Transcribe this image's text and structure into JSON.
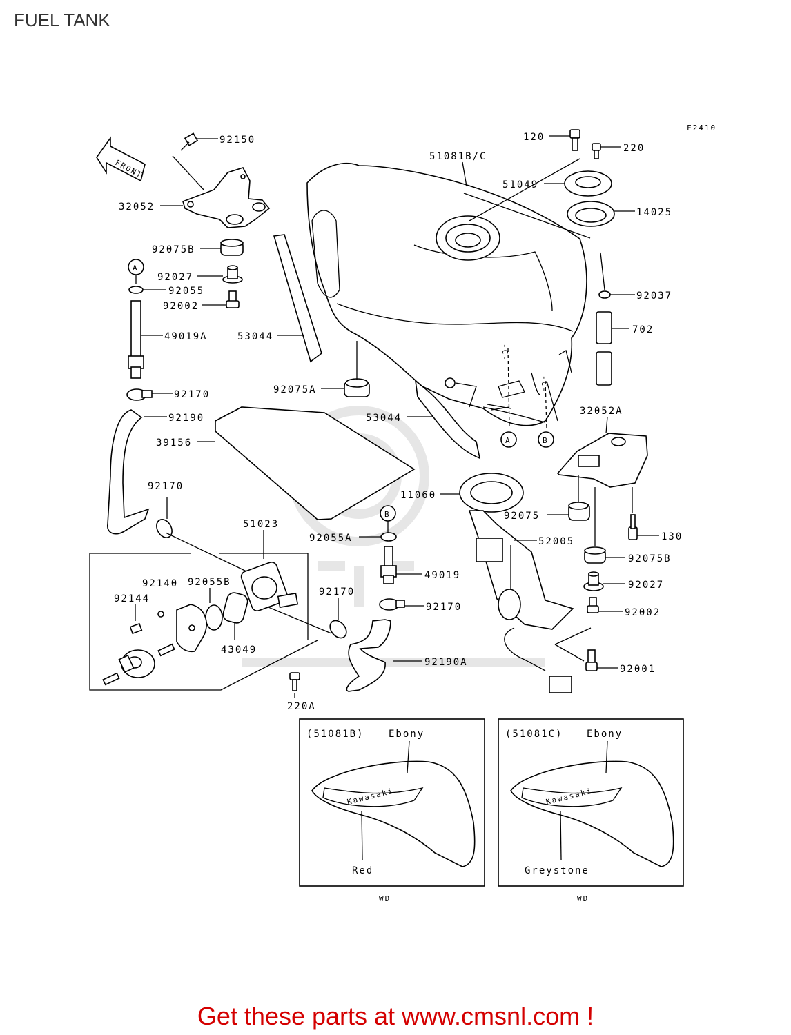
{
  "header": {
    "title": "FUEL TANK"
  },
  "diagram": {
    "code": "F2410",
    "front_label": "FRONT",
    "callouts": {
      "c92150": "92150",
      "c32052": "32052",
      "c92075B_l": "92075B",
      "c92027_l": "92027",
      "c92055": "92055",
      "c92002_l": "92002",
      "c49019A": "49019A",
      "c53044_a": "53044",
      "c53044_b": "53044",
      "c92170_a": "92170",
      "c92190": "92190",
      "c39156": "39156",
      "c92075A": "92075A",
      "c92170_b": "92170",
      "c51023": "51023",
      "c92140": "92140",
      "c92055B": "92055B",
      "c92144": "92144",
      "c43049": "43049",
      "c220A": "220A",
      "c92170_c": "92170",
      "c92170_d": "92170",
      "c92055A": "92055A",
      "c49019": "49019",
      "c92190A": "92190A",
      "c11060": "11060",
      "c52005": "52005",
      "c51081BC": "51081B/C",
      "c51049": "51049",
      "c14025": "14025",
      "c120": "120",
      "c220": "220",
      "c92037": "92037",
      "c702": "702",
      "c32052A": "32052A",
      "c92075": "92075",
      "c130": "130",
      "c92075B_r": "92075B",
      "c92027_r": "92027",
      "c92002_r": "92002",
      "c92001": "92001"
    },
    "markers": {
      "a": "A",
      "b": "B"
    },
    "insets": [
      {
        "code": "(51081B)",
        "color_top": "Ebony",
        "color_bottom": "Red",
        "brand": "Kawasaki",
        "note": "WD"
      },
      {
        "code": "(51081C)",
        "color_top": "Ebony",
        "color_bottom": "Greystone",
        "brand": "Kawasaki",
        "note": "WD"
      }
    ]
  },
  "footer": {
    "text": "Get these parts at www.cmsnl.com !"
  }
}
